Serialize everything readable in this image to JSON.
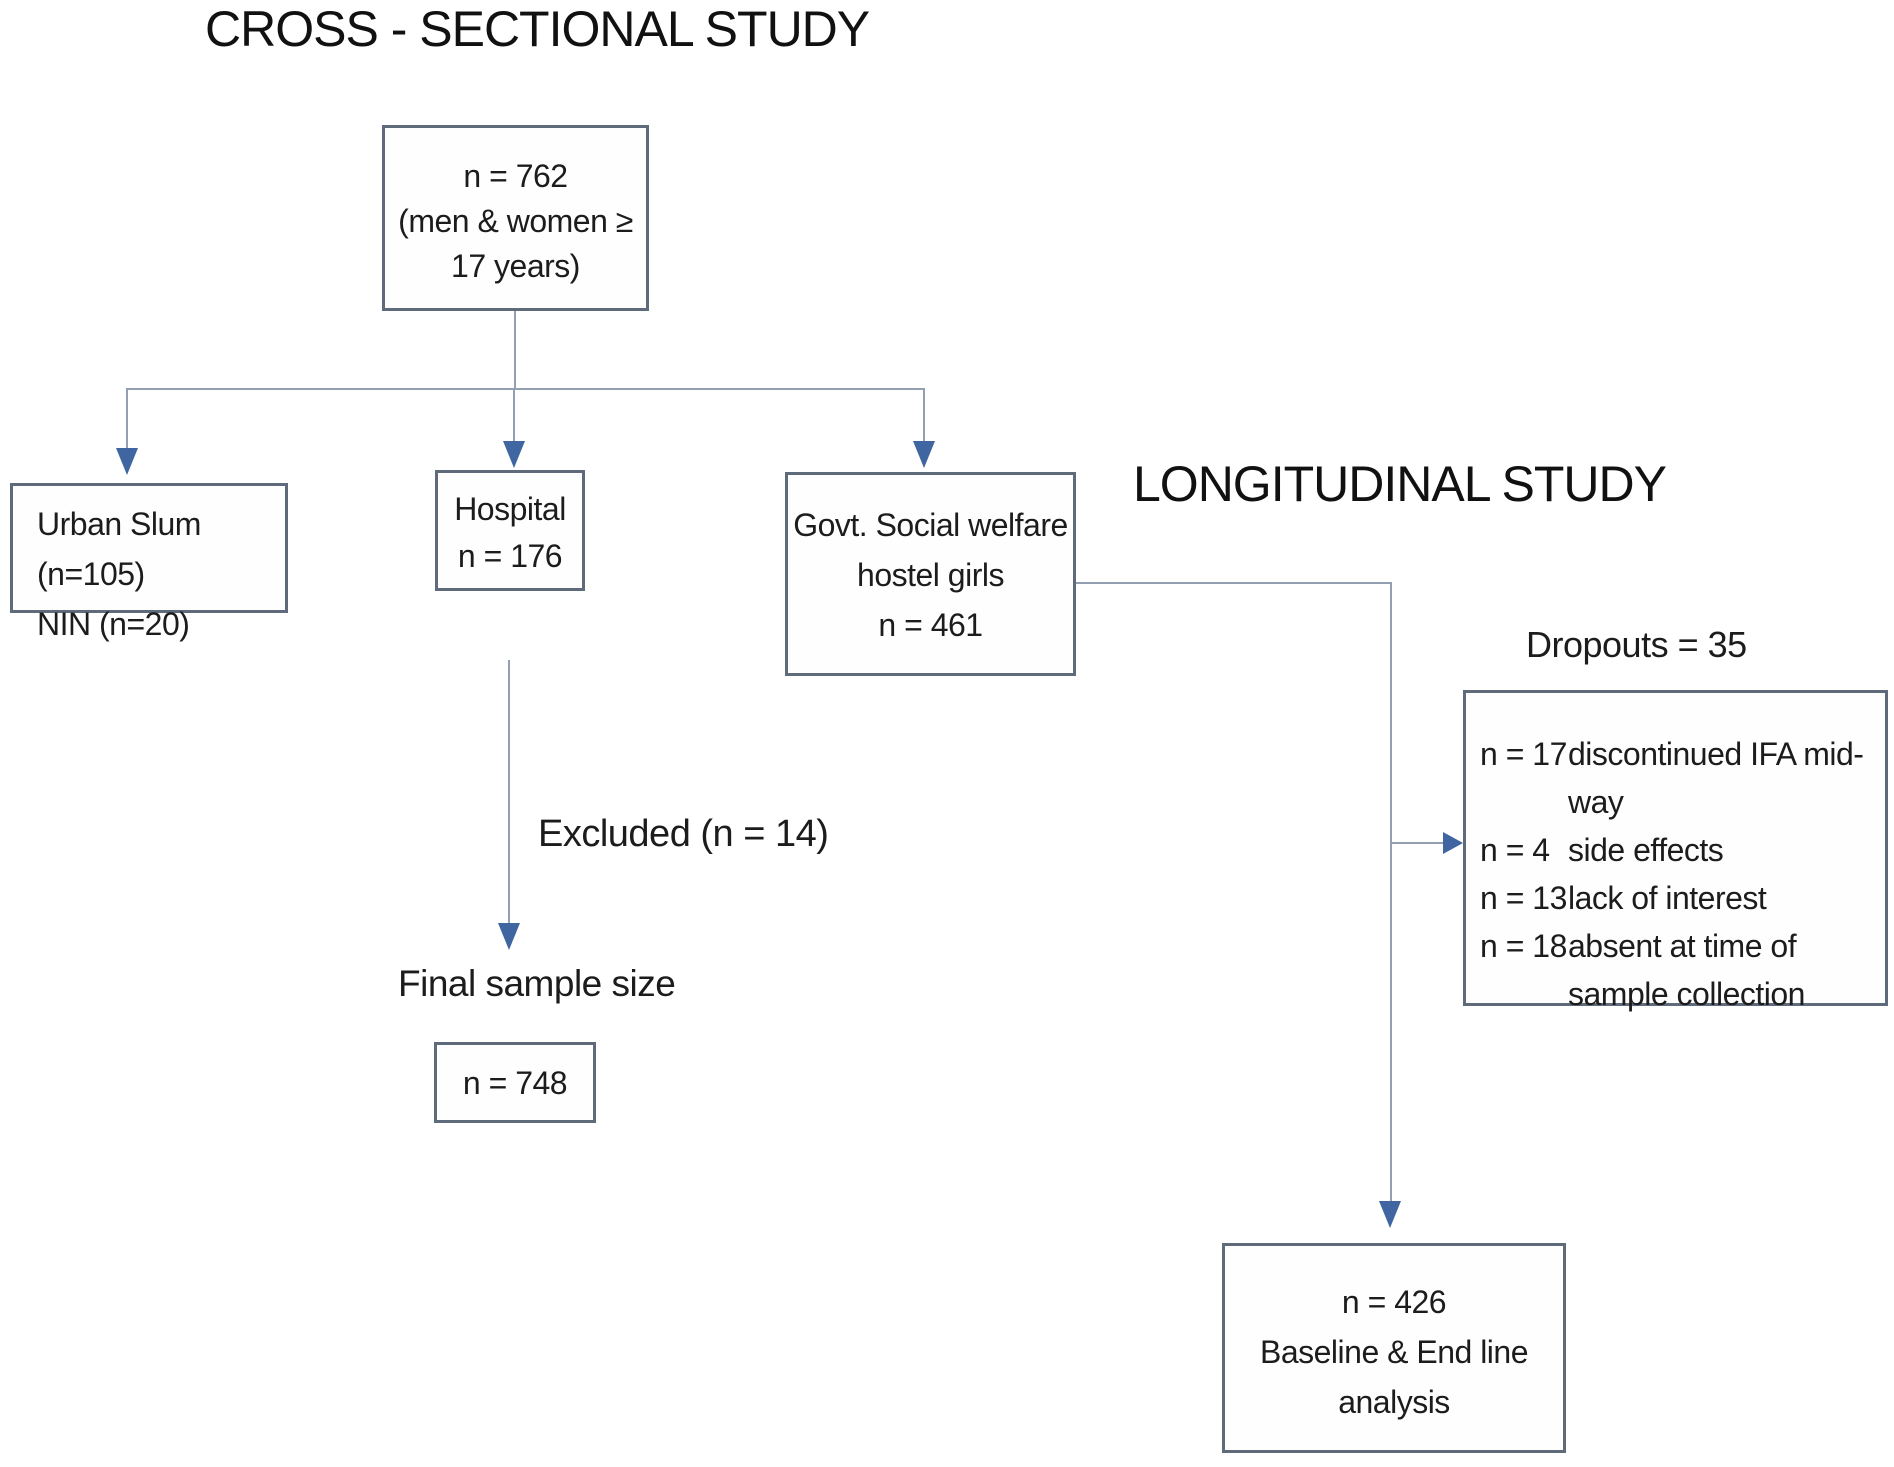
{
  "colors": {
    "box_border": "#5f6b7a",
    "line": "#93a0b1",
    "arrow": "#3f66a0",
    "text": "#1c1c1c",
    "bg": "#ffffff"
  },
  "header": {
    "cross_sectional_title": "CROSS - SECTIONAL STUDY",
    "longitudinal_title": "LONGITUDINAL STUDY"
  },
  "boxes": {
    "total": {
      "lines": [
        "n = 762",
        "(men & women ≥",
        "17 years)"
      ]
    },
    "urban_slum": {
      "lines": [
        "Urban Slum (n=105)",
        "NIN (n=20)"
      ]
    },
    "hospital": {
      "lines": [
        "Hospital",
        "n = 176"
      ]
    },
    "hostel_girls": {
      "lines": [
        "Govt. Social welfare",
        "hostel girls",
        "n = 461"
      ]
    },
    "final_sample": {
      "lines": [
        "n = 748"
      ]
    },
    "baseline_endline": {
      "lines": [
        "n = 426",
        "Baseline & End line",
        "analysis"
      ]
    }
  },
  "labels": {
    "dropouts_title": "Dropouts = 35",
    "excluded": "Excluded (n = 14)",
    "final_sample_size": "Final sample size"
  },
  "dropouts": {
    "rows": [
      {
        "n": "n = 17",
        "reason": "discontinued IFA mid-way"
      },
      {
        "n": "n = 4",
        "reason": "side effects"
      },
      {
        "n": "n = 13",
        "reason": "lack of interest"
      },
      {
        "n": "n = 18",
        "reason": "absent at time of",
        "reason_cont": "sample collection"
      }
    ]
  }
}
